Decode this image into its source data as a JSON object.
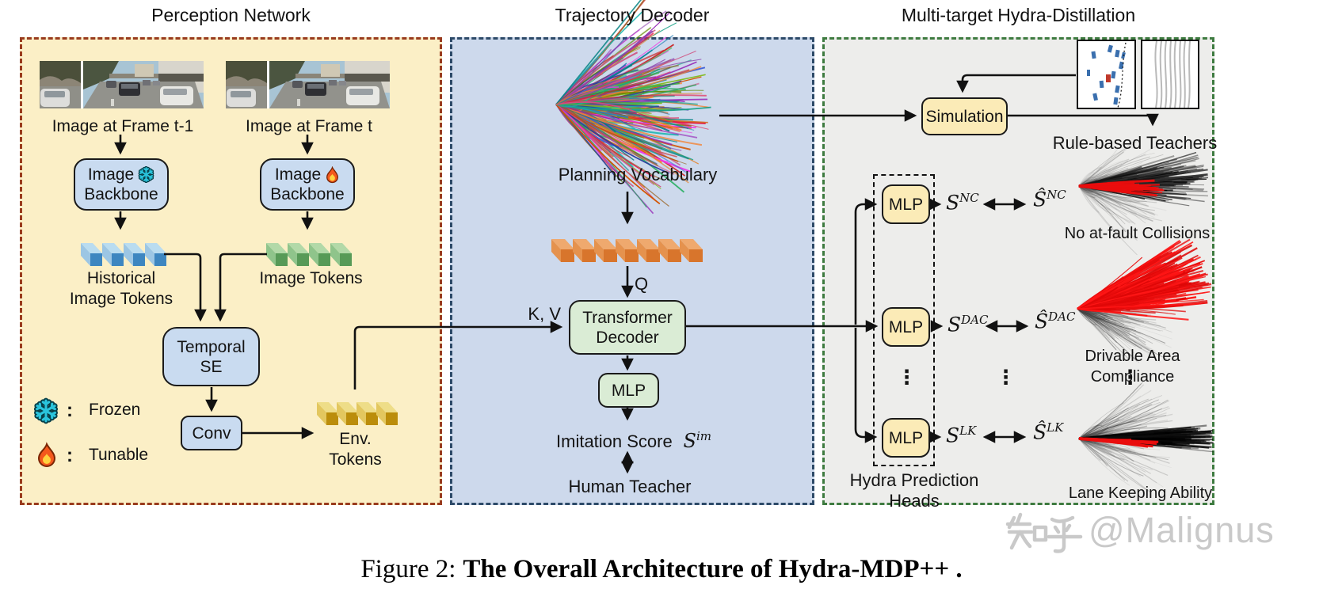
{
  "figure": {
    "caption_prefix": "Figure 2:",
    "caption_title": "The Overall Architecture of Hydra-MDP++ .",
    "watermark_logo": "知乎",
    "watermark_handle": "@Malignus"
  },
  "perception": {
    "title": "Perception Network",
    "frame_prev_label": "Image at Frame t-1",
    "frame_curr_label": "Image at Frame t",
    "backbone_word1": "Image",
    "backbone_word2": "Backbone",
    "hist_tokens_line1": "Historical",
    "hist_tokens_line2": "Image Tokens",
    "image_tokens_label": "Image Tokens",
    "temporal_line1": "Temporal",
    "temporal_line2": "SE",
    "conv_label": "Conv",
    "env_line1": "Env.",
    "env_line2": "Tokens",
    "legend_colon": ":",
    "legend_frozen": "Frozen",
    "legend_tunable": "Tunable"
  },
  "trajectory": {
    "title": "Trajectory Decoder",
    "vocab_label": "Planning Vocabulary",
    "q_label": "Q",
    "kv_label": "K, V",
    "decoder_line1": "Transformer",
    "decoder_line2": "Decoder",
    "mlp_label": "MLP",
    "imitation_prefix": "Imitation Score",
    "imitation_s": "S",
    "imitation_sup": "im",
    "human_teacher_label": "Human Teacher"
  },
  "hydra": {
    "title": "Multi-target Hydra-Distillation",
    "simulation_label": "Simulation",
    "rule_teachers_label": "Rule-based Teachers",
    "heads_label": "Hydra Prediction Heads",
    "dots": "⋮",
    "rows": [
      {
        "mlp": "MLP",
        "s": "S",
        "sup": "NC",
        "s_hat": "Ŝ",
        "teacher_caption": "No at-fault Collisions"
      },
      {
        "mlp": "MLP",
        "s": "S",
        "sup": "DAC",
        "s_hat": "Ŝ",
        "teacher_caption": "Drivable Area Compliance"
      },
      {
        "mlp": "MLP",
        "s": "S",
        "sup": "LK",
        "s_hat": "Ŝ",
        "teacher_caption": "Lane Keeping Ability"
      }
    ]
  },
  "theme": {
    "perception_fill": "#fbefc6",
    "perception_border": "#993b1e",
    "trajectory_fill": "#cdd9ec",
    "trajectory_border": "#2d4a68",
    "hydra_fill": "#ededeb",
    "hydra_border": "#3e7b40",
    "blue_box_fill": "#c9dbf0",
    "green_box_fill": "#daecd5",
    "yellow_box_fill": "#fbebb7",
    "box_border": "#1a1a1a",
    "token_blue_light": "#b9dcf0",
    "token_blue_mid": "#9cc6e4",
    "token_blue_dark": "#3d86c0",
    "token_green_light": "#b2d9a8",
    "token_green_mid": "#8fc48b",
    "token_green_dark": "#579a57",
    "token_yellow_light": "#eedd88",
    "token_yellow_mid": "#e3c75f",
    "token_yellow_dark": "#bb8d0b",
    "token_orange_light": "#efa96e",
    "token_orange_mid": "#e5924e",
    "token_orange_dark": "#d8752c",
    "teacher_red": "#e90d0d",
    "watermark_color": "#c9c9c9"
  }
}
